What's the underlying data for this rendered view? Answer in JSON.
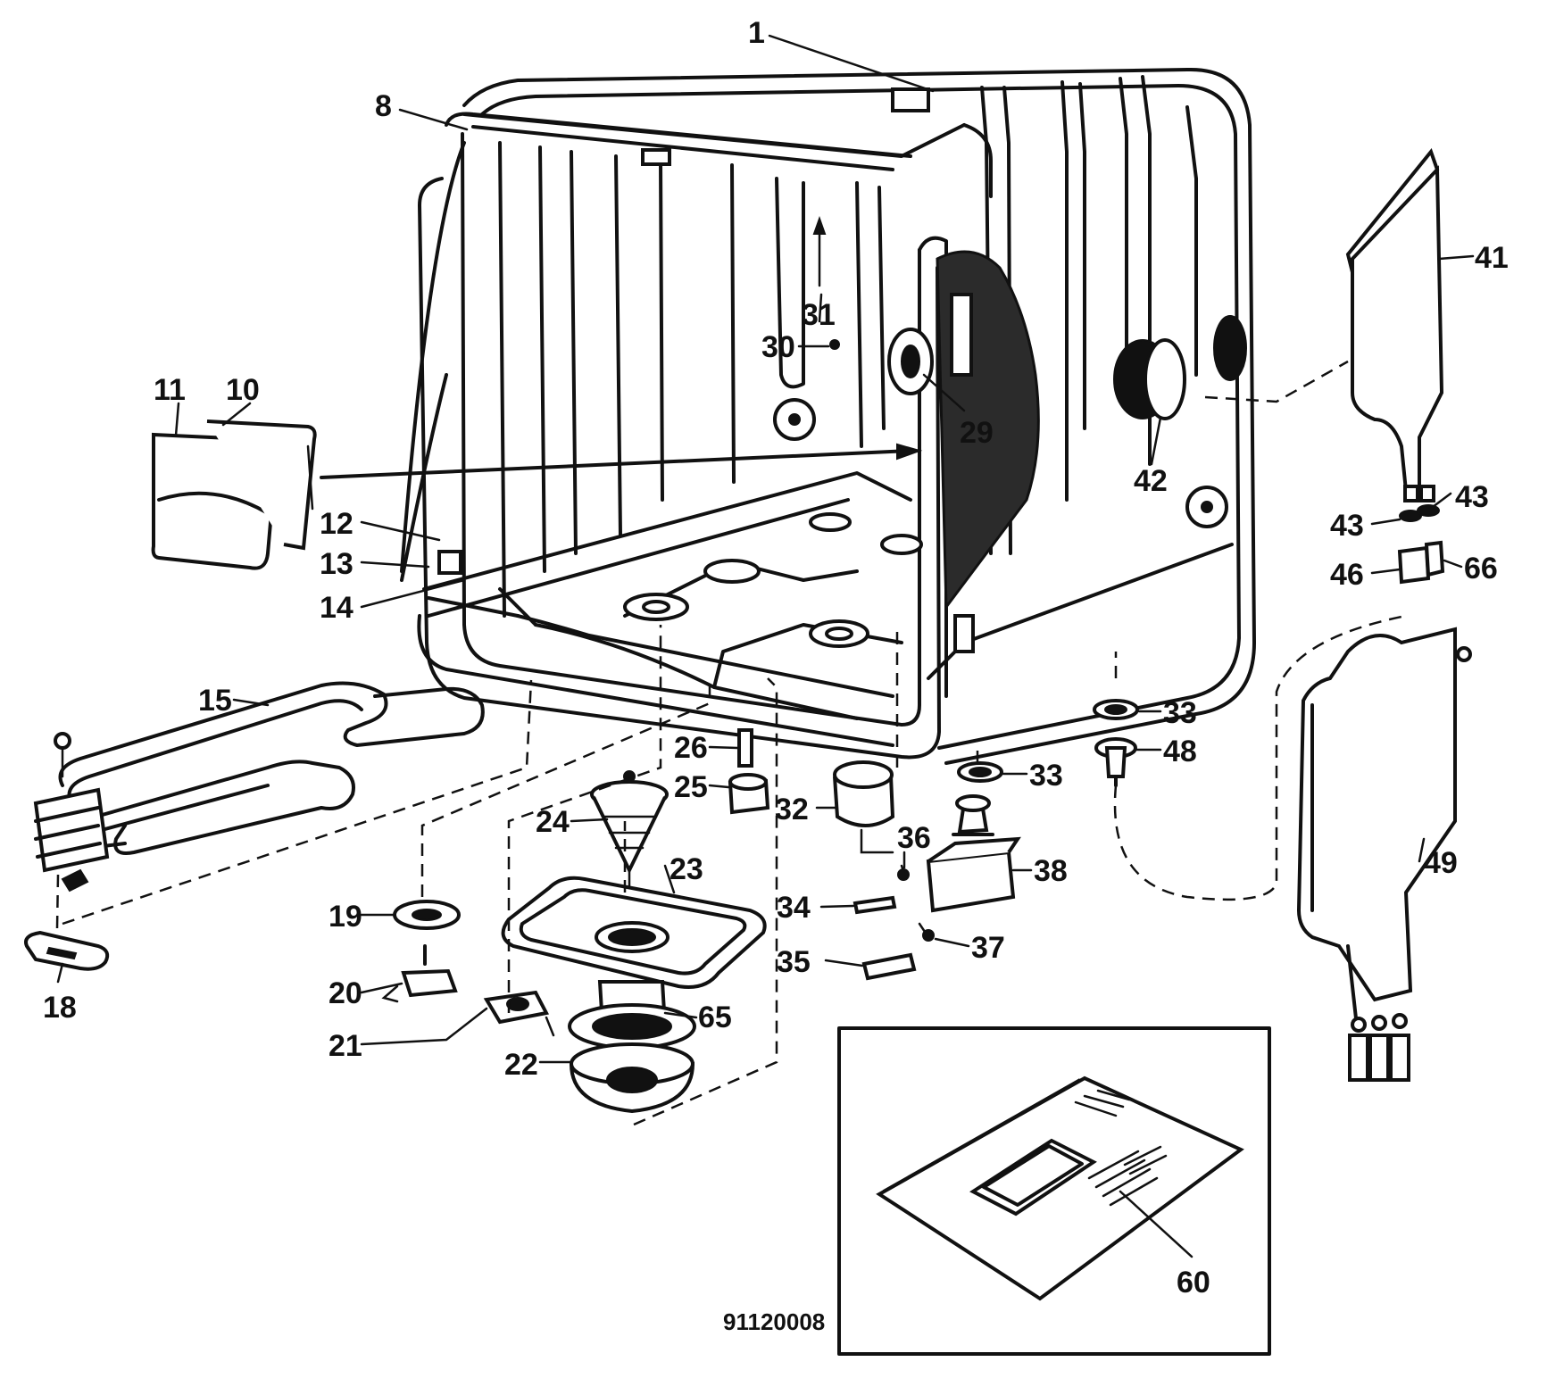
{
  "diagram": {
    "figure_code": "91120008",
    "callouts": [
      {
        "id": "c1",
        "text": "1"
      },
      {
        "id": "c8",
        "text": "8"
      },
      {
        "id": "c11",
        "text": "11"
      },
      {
        "id": "c10",
        "text": "10"
      },
      {
        "id": "c12",
        "text": "12"
      },
      {
        "id": "c13",
        "text": "13"
      },
      {
        "id": "c14",
        "text": "14"
      },
      {
        "id": "c15",
        "text": "15"
      },
      {
        "id": "c18",
        "text": "18"
      },
      {
        "id": "c19",
        "text": "19"
      },
      {
        "id": "c20",
        "text": "20"
      },
      {
        "id": "c21",
        "text": "21"
      },
      {
        "id": "c22",
        "text": "22"
      },
      {
        "id": "c23",
        "text": "23"
      },
      {
        "id": "c24",
        "text": "24"
      },
      {
        "id": "c25",
        "text": "25"
      },
      {
        "id": "c26",
        "text": "26"
      },
      {
        "id": "c65",
        "text": "65"
      },
      {
        "id": "c31",
        "text": "31"
      },
      {
        "id": "c30",
        "text": "30"
      },
      {
        "id": "c29",
        "text": "29"
      },
      {
        "id": "c42",
        "text": "42"
      },
      {
        "id": "c41",
        "text": "41"
      },
      {
        "id": "c43a",
        "text": "43"
      },
      {
        "id": "c43b",
        "text": "43"
      },
      {
        "id": "c46",
        "text": "46"
      },
      {
        "id": "c66",
        "text": "66"
      },
      {
        "id": "c33a",
        "text": "33"
      },
      {
        "id": "c48",
        "text": "48"
      },
      {
        "id": "c33b",
        "text": "33"
      },
      {
        "id": "c32",
        "text": "32"
      },
      {
        "id": "c36",
        "text": "36"
      },
      {
        "id": "c38",
        "text": "38"
      },
      {
        "id": "c34",
        "text": "34"
      },
      {
        "id": "c37",
        "text": "37"
      },
      {
        "id": "c35",
        "text": "35"
      },
      {
        "id": "c49",
        "text": "49"
      },
      {
        "id": "c60",
        "text": "60"
      }
    ]
  }
}
